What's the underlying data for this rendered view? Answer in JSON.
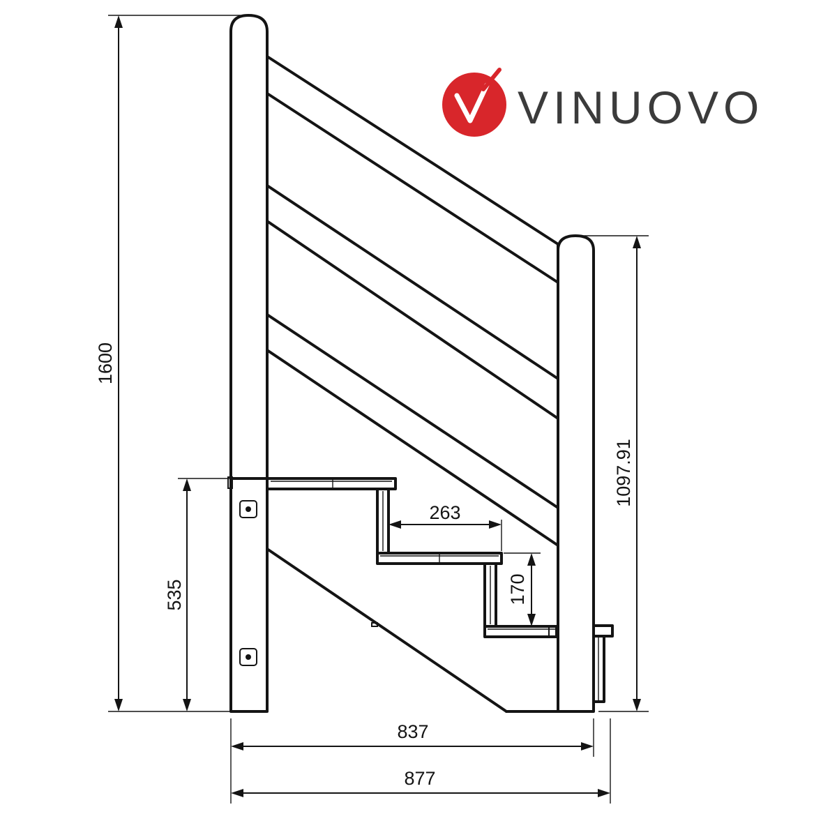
{
  "brand": {
    "name": "VINUOVO",
    "colors": {
      "logo_red": "#d8262b",
      "text": "#3b3b3b"
    },
    "icon": "check-mark-logo-icon"
  },
  "dimensions": {
    "total_height": "1600",
    "lower_post_height": "1097.91",
    "floor_to_top_step": "535",
    "step_depth": "263",
    "step_rise": "170",
    "inner_width": "837",
    "overall_width": "877"
  },
  "colors": {
    "line": "#141414",
    "background": "#ffffff"
  }
}
